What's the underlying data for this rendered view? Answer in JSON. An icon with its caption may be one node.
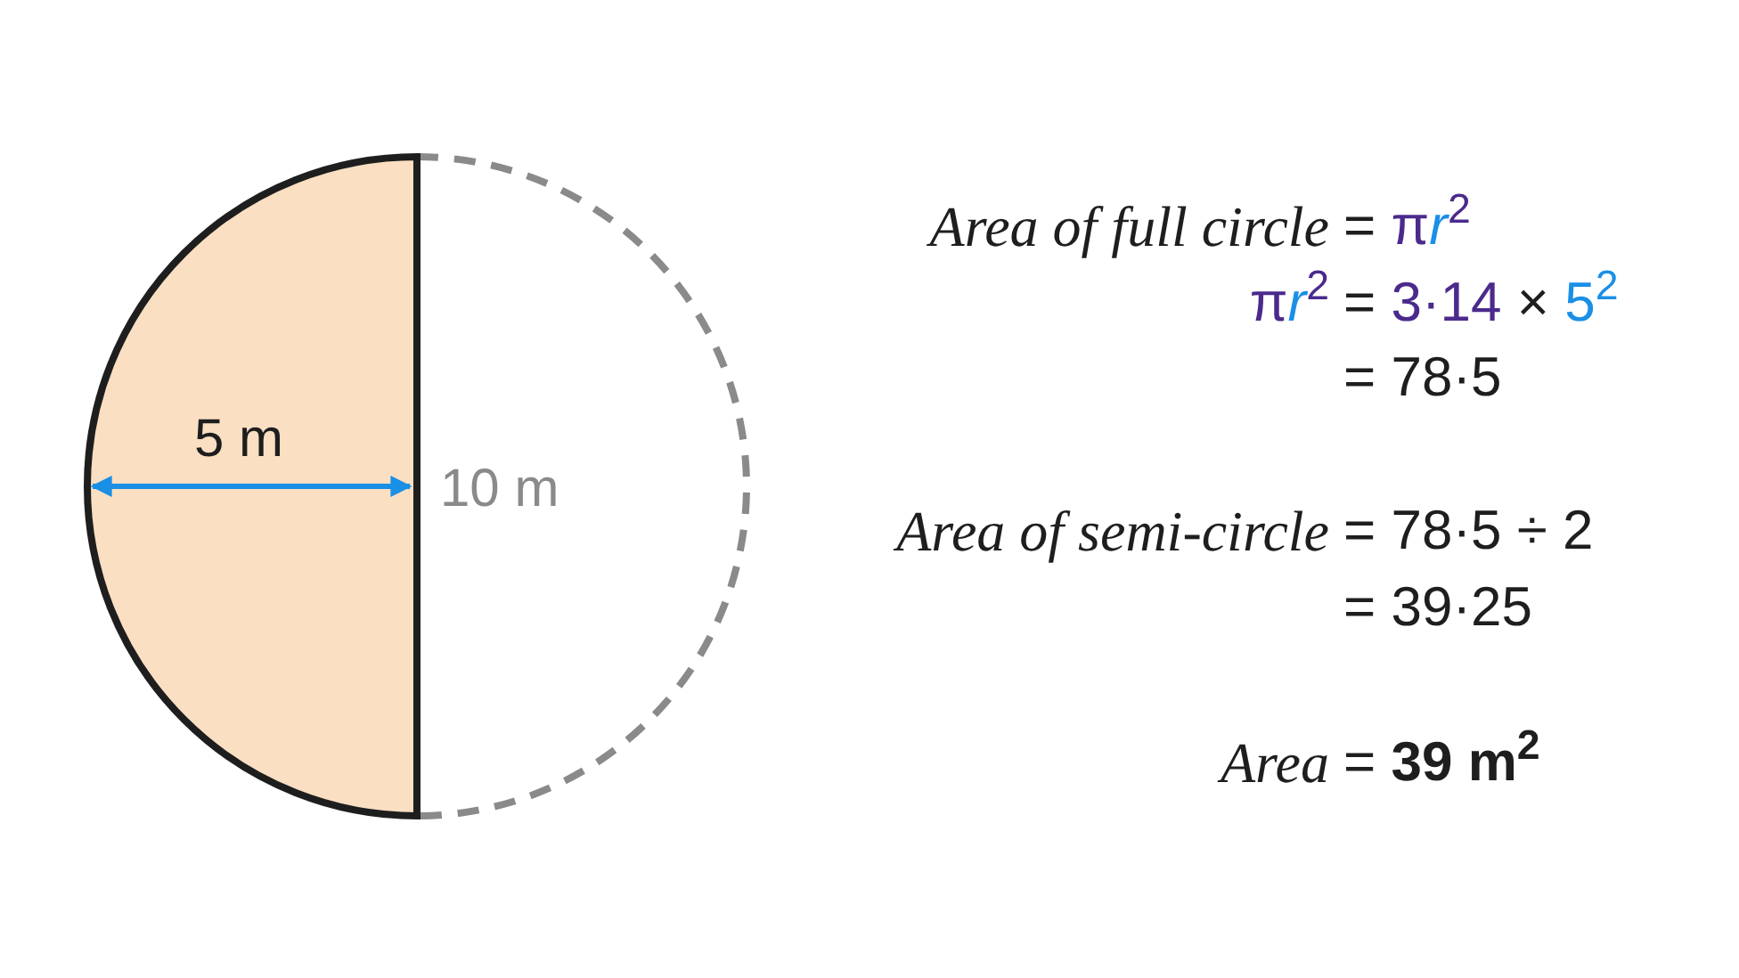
{
  "diagram": {
    "nodes": [
      {
        "text": [
          "5 m"
        ]
      }
    ],
    "labels": [
      "10 m",
      "Area of full circle",
      "=",
      "π",
      "r",
      "$^{2}$",
      "π",
      "r",
      "$^{2}$",
      "=",
      "3·14",
      "×",
      "5",
      "$^{2}$",
      "= 78·5",
      "Area of semi-circle",
      "= 78·5 ÷ 2",
      "= 39·25",
      "Area",
      "=",
      "39 m$^{2}$"
    ]
  }
}
